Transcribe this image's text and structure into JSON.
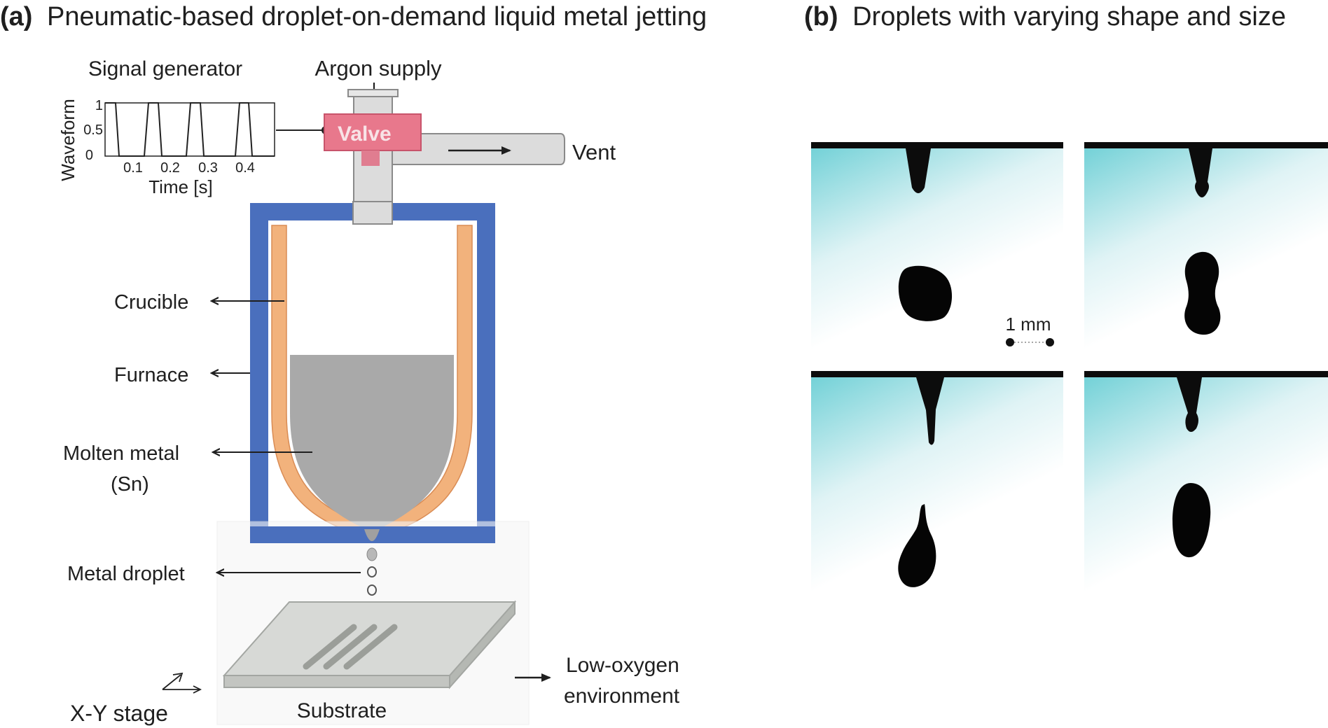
{
  "panel_a": {
    "letter": "(a)",
    "title": "Pneumatic-based droplet-on-demand liquid metal jetting",
    "signal_generator": "Signal generator",
    "argon_supply": "Argon supply",
    "valve": "Valve",
    "vent": "Vent",
    "crucible": "Crucible",
    "furnace": "Furnace",
    "molten_metal_line1": "Molten metal",
    "molten_metal_line2": "(Sn)",
    "metal_droplet": "Metal droplet",
    "xy_stage": "X-Y stage",
    "substrate": "Substrate",
    "low_oxygen_line1": "Low-oxygen",
    "low_oxygen_line2": "environment",
    "waveform_chart": {
      "ylabel": "Waveform",
      "xlabel": "Time [s]",
      "y_ticks": [
        "0",
        "0.5",
        "1"
      ],
      "x_ticks": [
        "0.1",
        "0.2",
        "0.3",
        "0.4"
      ]
    }
  },
  "panel_b": {
    "letter": "(b)",
    "title": "Droplets with varying shape and size",
    "scale_bar": "1 mm"
  },
  "colors": {
    "furnace": "#4a6fbd",
    "crucible": "#f2b27c",
    "molten_metal": "#a9a9a9",
    "valve": "#e06a80",
    "nozzle_gradient": "#7fd3d8"
  }
}
